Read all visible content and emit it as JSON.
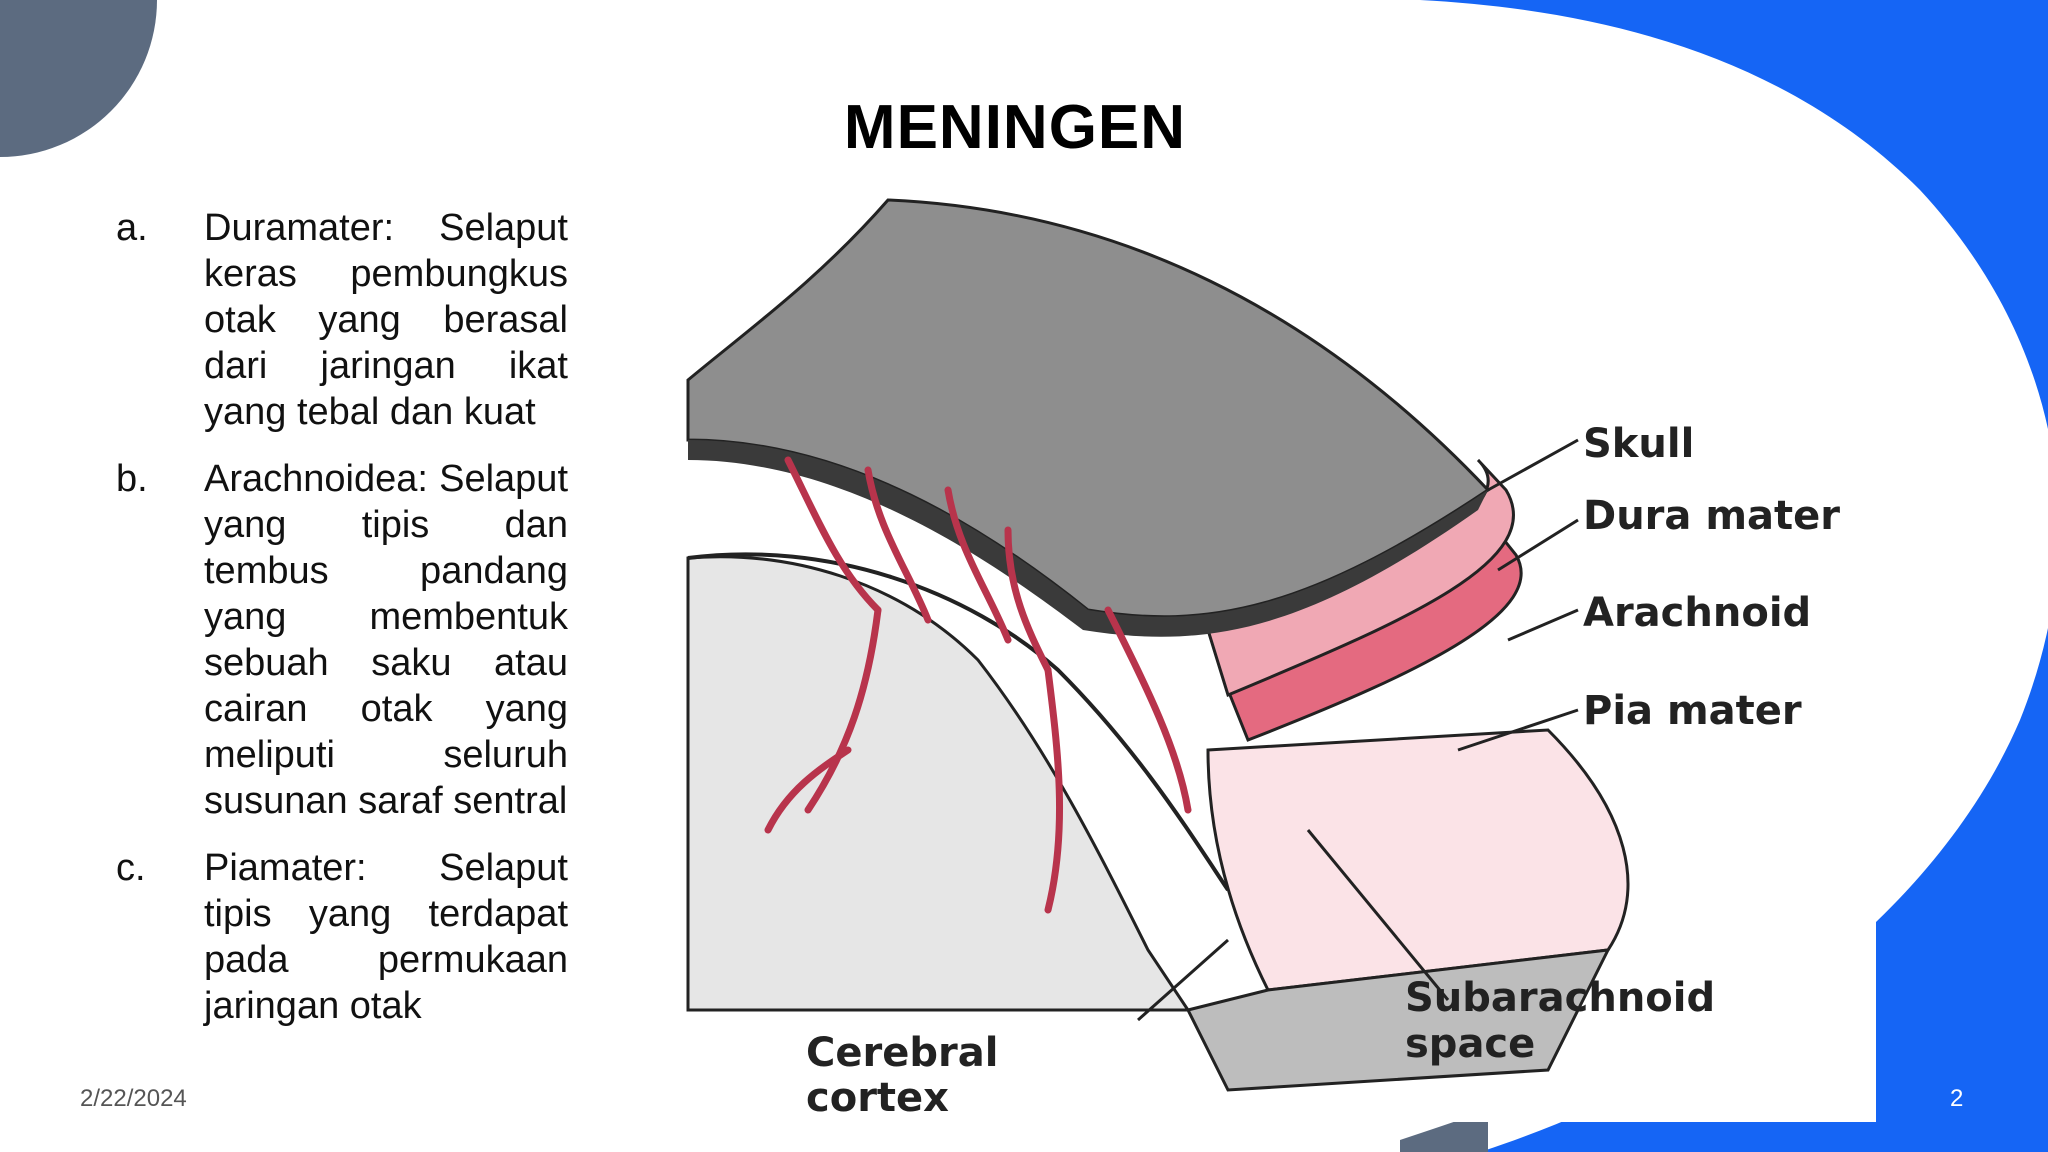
{
  "slide": {
    "title": "MENINGEN",
    "date": "2/22/2024",
    "page_number": "2"
  },
  "list": [
    {
      "marker": "a.",
      "text": "Duramater: Selaput keras pembungkus otak yang berasal dari jaringan ikat yang tebal dan kuat"
    },
    {
      "marker": "b.",
      "text": "Arachnoidea: Selaput yang tipis dan tembus pandang yang membentuk sebuah saku atau cairan otak yang meliputi seluruh susunan saraf sentral"
    },
    {
      "marker": "c.",
      "text": "Piamater: Selaput tipis yang terdapat pada permukaan jaringan otak"
    }
  ],
  "diagram": {
    "labels": {
      "skull": "Skull",
      "dura": "Dura mater",
      "arachnoid": "Arachnoid",
      "pia": "Pia mater",
      "subarachnoid_1": "Subarachnoid",
      "subarachnoid_2": "space",
      "cortex_1": "Cerebral",
      "cortex_2": "cortex"
    }
  },
  "colors": {
    "accent_blue": "#1565f5",
    "corner_slate": "#5c6b80",
    "skull_gray": "#8e8e8e",
    "dura_pink": "#f0a8b4",
    "arachnoid_pink": "#e46a80",
    "vessel_red": "#b8344c"
  }
}
